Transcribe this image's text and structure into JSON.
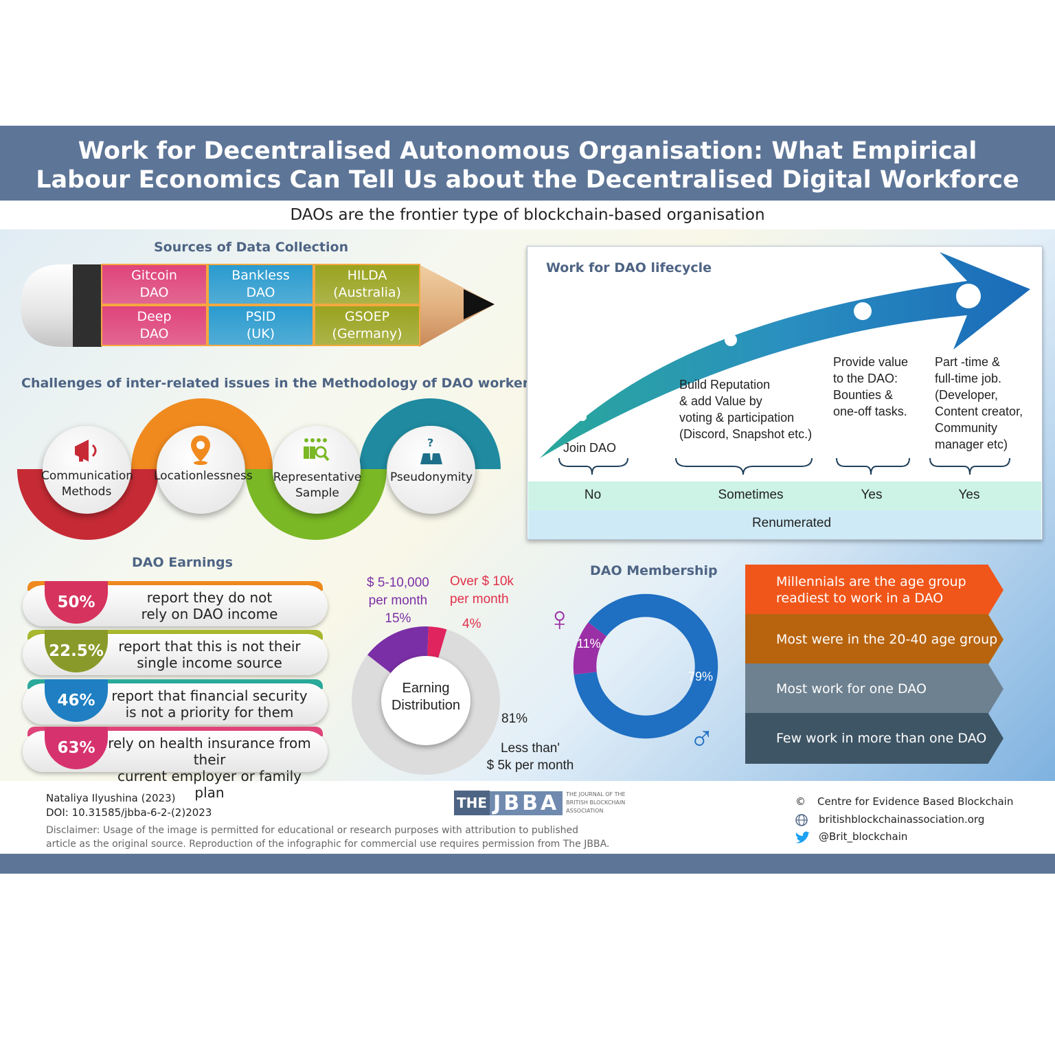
{
  "header": {
    "title_line1": "Work for Decentralised Autonomous Organisation: What Empirical",
    "title_line2": "Labour Economics Can Tell Us about the Decentralised Digital Workforce",
    "subtitle": "DAOs are the frontier type of blockchain-based organisation",
    "color": "#5d7597"
  },
  "sources": {
    "title": "Sources of Data Collection",
    "cells": [
      {
        "line1": "Gitcoin",
        "line2": "DAO",
        "color": "#e0447a"
      },
      {
        "line1": "Bankless",
        "line2": "DAO",
        "color": "#2a9bcf"
      },
      {
        "line1": "HILDA",
        "line2": "(Australia)",
        "color": "#9aa31f"
      },
      {
        "line1": "Deep",
        "line2": "DAO",
        "color": "#e0447a"
      },
      {
        "line1": "PSID",
        "line2": "(UK)",
        "color": "#2a9bcf"
      },
      {
        "line1": "GSOEP",
        "line2": "(Germany)",
        "color": "#9aa31f"
      }
    ]
  },
  "challenges": {
    "title": "Challenges of inter-related issues in the Methodology of DAO workers' Survey",
    "items": [
      {
        "line1": "Communication",
        "line2": "Methods",
        "icon": "megaphone-icon",
        "color": "#c62b35"
      },
      {
        "line1": "Locationlessness",
        "line2": "",
        "icon": "location-pin-icon",
        "color": "#f08a1f"
      },
      {
        "line1": "Representative",
        "line2": "Sample",
        "icon": "people-group-icon",
        "color": "#7ab825"
      },
      {
        "line1": "Pseudonymity",
        "line2": "",
        "icon": "anonymous-person-icon",
        "color": "#1f8aa0"
      }
    ]
  },
  "lifecycle": {
    "title": "Work for DAO lifecycle",
    "stages": [
      {
        "text": "Join DAO",
        "paid": "No"
      },
      {
        "text": "Build Reputation\n& add Value by\nvoting & participation\n(Discord, Snapshot etc.)",
        "paid": "Sometimes"
      },
      {
        "text": "Provide value\nto the DAO:\nBounties &\none-off tasks.",
        "paid": "Yes"
      },
      {
        "text": "Part -time &\nfull-time job.\n(Developer,\nContent creator,\nCommunity\nmanager etc)",
        "paid": "Yes"
      }
    ],
    "footer": "Renumerated"
  },
  "earnings": {
    "title": "DAO Earnings",
    "rows": [
      {
        "pct": "50%",
        "line1": "report they do not",
        "line2": "rely on DAO income",
        "color": "#d6335e",
        "top": "#f08a1f"
      },
      {
        "pct": "22.5%",
        "line1": "report that this is not their",
        "line2": "single income source",
        "color": "#8a9a2a",
        "top": "#a9b82e"
      },
      {
        "pct": "46%",
        "line1": "report  that financial  security",
        "line2": "is not a priority for them",
        "color": "#1f7fc2",
        "top": "#2aaa9a"
      },
      {
        "pct": "63%",
        "line1": "rely on health insurance from their",
        "line2": "current employer or family plan",
        "color": "#d6336e",
        "top": "#e0447a"
      }
    ]
  },
  "earning_distribution": {
    "center_line1": "Earning",
    "center_line2": "Distribution",
    "slices": [
      {
        "label_line1": "$ 5-10,000",
        "label_line2": "per month",
        "value": 15,
        "value_label": "15%",
        "color": "#7b2fa6"
      },
      {
        "label_line1": "Over $ 10k",
        "label_line2": "per month",
        "value": 4,
        "value_label": "4%",
        "color": "#e0245e"
      },
      {
        "label_line1": "Less than'",
        "label_line2": "$ 5k per month",
        "value": 81,
        "value_label": "81%",
        "color": "#dcdcdc"
      }
    ]
  },
  "membership": {
    "title": "DAO Membership",
    "female": {
      "value": 11,
      "label": "11%",
      "color": "#9b2fa6"
    },
    "male": {
      "value": 79,
      "label": "79%",
      "color": "#1f6fc2"
    },
    "facts": [
      {
        "text": "Millennials are the age group\nreadiest to work in a DAO",
        "color": "#f0561a"
      },
      {
        "text": "Most were in the 20-40 age group",
        "color": "#b8640f"
      },
      {
        "text": "Most  work for one DAO",
        "color": "#6e8190"
      },
      {
        "text": "Few work in more than one DAO",
        "color": "#3e5565"
      }
    ]
  },
  "footer": {
    "author": "Nataliya Ilyushina (2023)",
    "doi": "DOI: 10.31585/jbba-6-2-(2)2023",
    "disclaimer_line1": "Disclaimer: Usage of the image is permitted for educational or research purposes with attribution to published",
    "disclaimer_line2": "article as the original source. Reproduction of the infographic for commercial use requires permission from The JBBA.",
    "logo_the": "THE",
    "logo_jbba": "JBBA",
    "logo_tag_line1": "THE JOURNAL OF THE",
    "logo_tag_line2": "BRITISH BLOCKCHAIN",
    "logo_tag_line3": "ASSOCIATION",
    "copyright": "Centre for Evidence Based Blockchain",
    "website": "britishblockchainassociation.org",
    "twitter": "@Brit_blockchain"
  }
}
